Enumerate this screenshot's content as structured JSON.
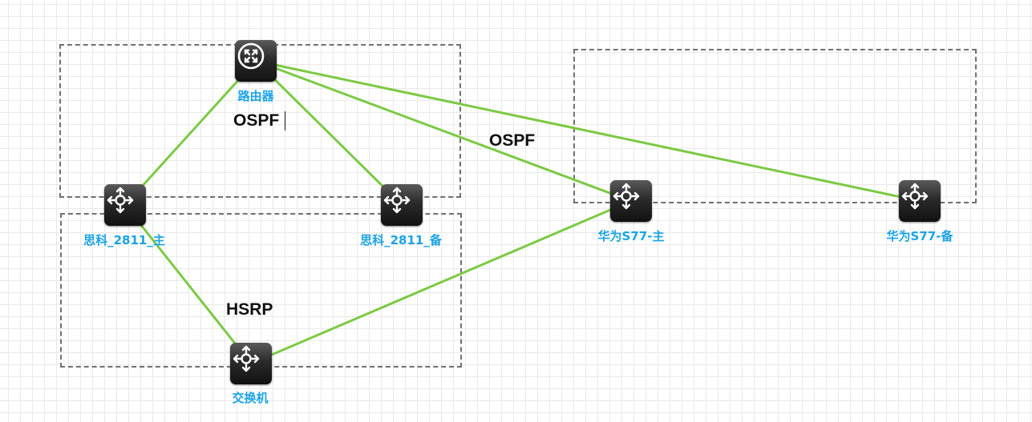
{
  "nodes": {
    "router": {
      "label": "路由器",
      "icon": "router-icon"
    },
    "cisco_main": {
      "label": "思科_2811_主",
      "icon": "switch-icon"
    },
    "cisco_backup": {
      "label": "思科_2811_备",
      "icon": "switch-icon"
    },
    "huawei_main": {
      "label": "华为S77-主",
      "icon": "switch-icon"
    },
    "huawei_backup": {
      "label": "华为S77-备",
      "icon": "switch-icon"
    },
    "switch": {
      "label": "交换机",
      "icon": "switch-icon"
    }
  },
  "links": [
    [
      "router",
      "cisco_main"
    ],
    [
      "router",
      "cisco_backup"
    ],
    [
      "router",
      "huawei_main"
    ],
    [
      "router",
      "huawei_backup"
    ],
    [
      "cisco_main",
      "switch"
    ],
    [
      "switch",
      "huawei_main"
    ]
  ],
  "annotations": {
    "ospf_left": "OSPF",
    "ospf_right": "OSPF",
    "hsrp": "HSRP"
  },
  "colors": {
    "link": "#7cc943",
    "label": "#1aa3e6",
    "dashed_border": "#707070"
  }
}
